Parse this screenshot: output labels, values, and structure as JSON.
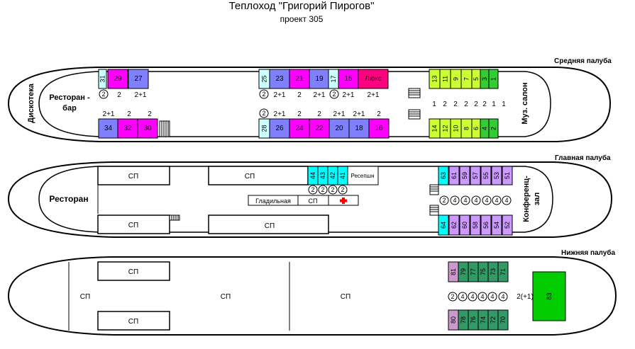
{
  "header": {
    "title": "Теплоход \"Григорий Пирогов\"",
    "subtitle": "проект 305"
  },
  "colors": {
    "purple": "#8080FF",
    "magenta": "#FF00FF",
    "crimson": "#FF0080",
    "lightcyan": "#CCFFFF",
    "olive": "#CCFF33",
    "green": "#33CC33",
    "cyan": "#00FFFF",
    "lavender": "#CC99FF",
    "seagreen": "#339966",
    "pink": "#CC99CC",
    "brightgreen": "#00CC00",
    "red": "#FF0000",
    "stroke": "#000000"
  },
  "decks": {
    "middle": {
      "name": "Средняя палуба",
      "fwd_label": "Дискотека",
      "restaurant_label": [
        "Ресторан -",
        "бар"
      ],
      "aft_label": "Муз. салон",
      "top_cabins": [
        {
          "num": "31",
          "color": "lightcyan"
        },
        {
          "num": "29",
          "color": "magenta"
        },
        {
          "num": "27",
          "color": "purple"
        },
        {
          "num": "25",
          "color": "lightcyan"
        },
        {
          "num": "23",
          "color": "purple"
        },
        {
          "num": "21",
          "color": "magenta"
        },
        {
          "num": "19",
          "color": "purple"
        },
        {
          "num": "17",
          "color": "lightcyan"
        },
        {
          "num": "15",
          "color": "magenta"
        },
        {
          "num": "Люкс",
          "color": "crimson"
        },
        {
          "num": "13",
          "color": "olive"
        },
        {
          "num": "11",
          "color": "olive"
        },
        {
          "num": "9",
          "color": "olive"
        },
        {
          "num": "7",
          "color": "olive"
        },
        {
          "num": "5",
          "color": "olive"
        },
        {
          "num": "3",
          "color": "green"
        },
        {
          "num": "1",
          "color": "green"
        }
      ],
      "bottom_cabins": [
        {
          "num": "34",
          "color": "purple"
        },
        {
          "num": "32",
          "color": "magenta"
        },
        {
          "num": "30",
          "color": "magenta"
        },
        {
          "num": "28",
          "color": "lightcyan"
        },
        {
          "num": "26",
          "color": "purple"
        },
        {
          "num": "24",
          "color": "magenta"
        },
        {
          "num": "22",
          "color": "magenta"
        },
        {
          "num": "20",
          "color": "purple"
        },
        {
          "num": "18",
          "color": "purple"
        },
        {
          "num": "16",
          "color": "magenta"
        },
        {
          "num": "14",
          "color": "olive"
        },
        {
          "num": "12",
          "color": "olive"
        },
        {
          "num": "10",
          "color": "olive"
        },
        {
          "num": "8",
          "color": "olive"
        },
        {
          "num": "6",
          "color": "olive"
        },
        {
          "num": "4",
          "color": "green"
        },
        {
          "num": "2",
          "color": "green"
        }
      ],
      "top_capacity": [
        "2",
        "2",
        "2+1",
        "2",
        "2+1",
        "2",
        "2+1",
        "2",
        "2+1",
        "2+1"
      ],
      "bottom_capacity": [
        "2+1",
        "2",
        "2",
        "2",
        "2+1",
        "2",
        "2",
        "2+1",
        "2+1",
        "2"
      ],
      "center_capacity": [
        "1",
        "2",
        "2",
        "2",
        "2",
        "2",
        "1",
        "1"
      ]
    },
    "main": {
      "name": "Главная палуба",
      "restaurant_label": "Ресторан",
      "aft_label": [
        "Конференц-",
        "зал"
      ],
      "sp_label": "СП",
      "reception_label": "Ресепшн",
      "ironing_label": "Гладильная",
      "top_cabins": [
        {
          "num": "44",
          "color": "cyan"
        },
        {
          "num": "43",
          "color": "cyan"
        },
        {
          "num": "42",
          "color": "cyan"
        },
        {
          "num": "41",
          "color": "cyan"
        },
        {
          "num": "63",
          "color": "cyan"
        },
        {
          "num": "61",
          "color": "lavender"
        },
        {
          "num": "59",
          "color": "lavender"
        },
        {
          "num": "57",
          "color": "lavender"
        },
        {
          "num": "55",
          "color": "lavender"
        },
        {
          "num": "53",
          "color": "lavender"
        },
        {
          "num": "51",
          "color": "lavender"
        }
      ],
      "bottom_cabins": [
        {
          "num": "64",
          "color": "cyan"
        },
        {
          "num": "62",
          "color": "lavender"
        },
        {
          "num": "60",
          "color": "lavender"
        },
        {
          "num": "58",
          "color": "lavender"
        },
        {
          "num": "56",
          "color": "lavender"
        },
        {
          "num": "54",
          "color": "lavender"
        },
        {
          "num": "52",
          "color": "lavender"
        }
      ],
      "reception_capacity": [
        "2",
        "2",
        "2",
        "2"
      ],
      "aft_capacity": [
        "2",
        "4",
        "4",
        "4",
        "4",
        "4",
        "4"
      ]
    },
    "lower": {
      "name": "Нижняя палуба",
      "sp_label": "СП",
      "top_cabins": [
        {
          "num": "81",
          "color": "pink"
        },
        {
          "num": "79",
          "color": "seagreen"
        },
        {
          "num": "77",
          "color": "seagreen"
        },
        {
          "num": "75",
          "color": "seagreen"
        },
        {
          "num": "73",
          "color": "seagreen"
        },
        {
          "num": "71",
          "color": "seagreen"
        }
      ],
      "bottom_cabins": [
        {
          "num": "80",
          "color": "pink"
        },
        {
          "num": "78",
          "color": "seagreen"
        },
        {
          "num": "76",
          "color": "seagreen"
        },
        {
          "num": "74",
          "color": "seagreen"
        },
        {
          "num": "72",
          "color": "seagreen"
        },
        {
          "num": "70",
          "color": "seagreen"
        }
      ],
      "capacity": [
        "2",
        "4",
        "4",
        "4",
        "4",
        "4"
      ],
      "suite_capacity": "2(+1)",
      "suite": {
        "num": "83",
        "color": "brightgreen"
      }
    }
  }
}
